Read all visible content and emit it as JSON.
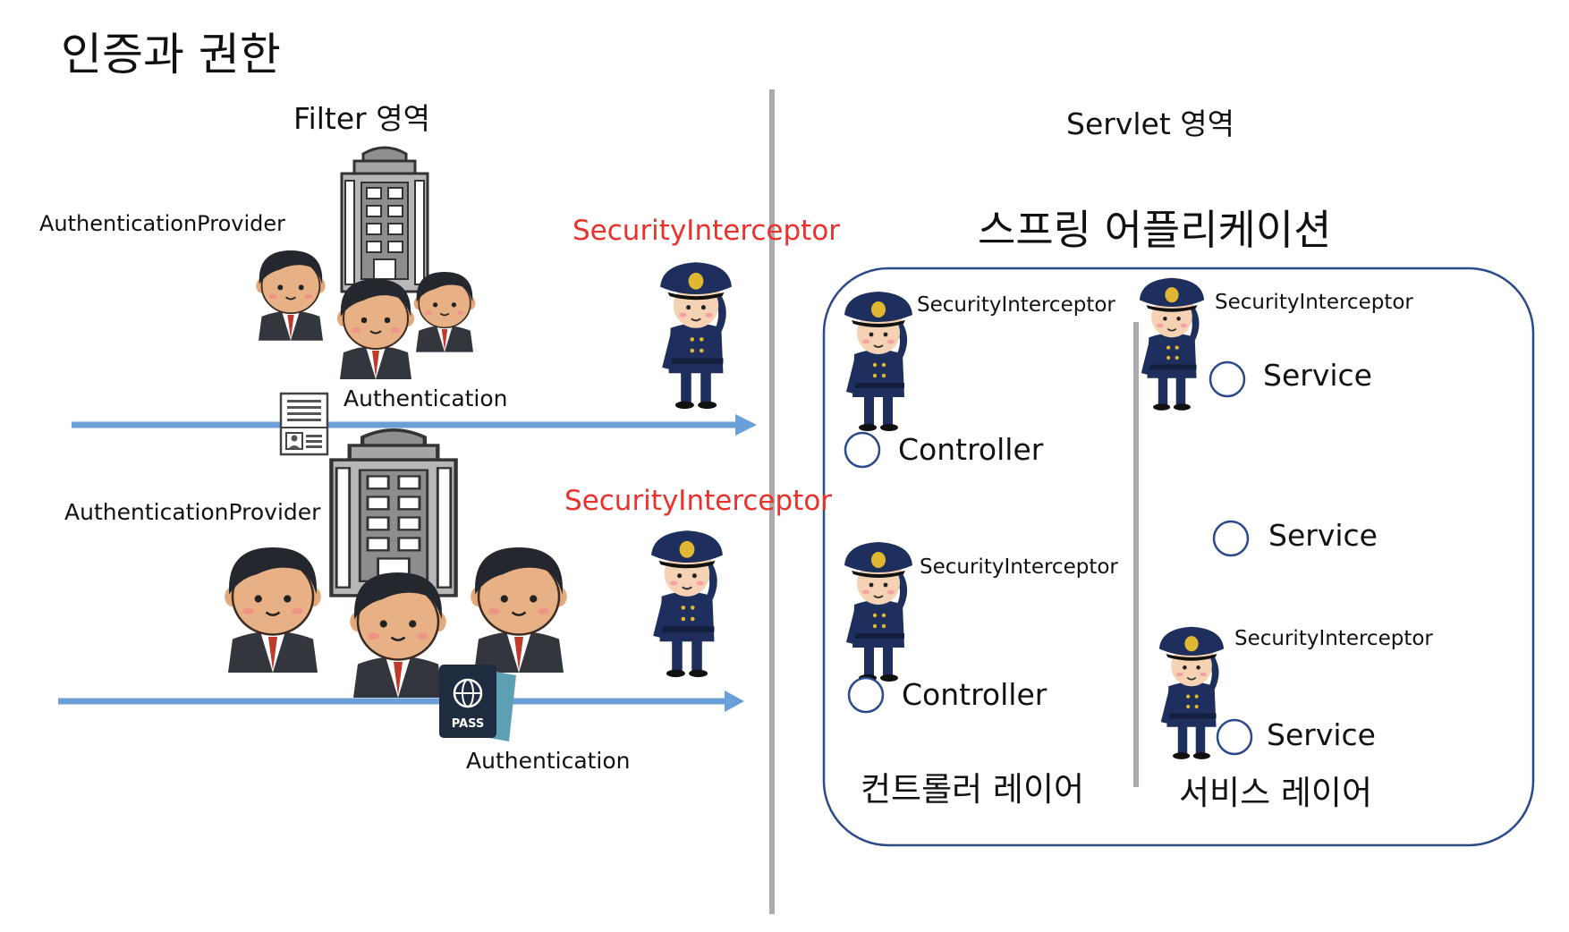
{
  "title": "인증과 권한",
  "regions": {
    "filter_label": "Filter 영역",
    "servlet_label": "Servlet 영역"
  },
  "filter": {
    "row1": {
      "provider_label": "AuthenticationProvider",
      "auth_label": "Authentication",
      "interceptor_label": "SecurityInterceptor",
      "credential_icon": "id-card-icon"
    },
    "row2": {
      "provider_label": "AuthenticationProvider",
      "auth_label": "Authentication",
      "interceptor_label": "SecurityInterceptor",
      "credential_icon": "passport-icon",
      "passport_text": "PASS"
    }
  },
  "app": {
    "title": "스프링 어플리케이션",
    "controller_layer": {
      "label": "컨트롤러 레이어",
      "interceptor1": "SecurityInterceptor",
      "controller1": "Controller",
      "interceptor2": "SecurityInterceptor",
      "controller2": "Controller"
    },
    "service_layer": {
      "label": "서비스 레이어",
      "interceptor1": "SecurityInterceptor",
      "service1": "Service",
      "service2": "Service",
      "interceptor2": "SecurityInterceptor",
      "service3": "Service"
    }
  },
  "colors": {
    "arrow": "#6a9fd8",
    "divider": "#aaaaaa",
    "interceptor_text": "#e8322b",
    "app_border": "#2c4a8a",
    "officer_uniform": "#1e2f5e"
  }
}
